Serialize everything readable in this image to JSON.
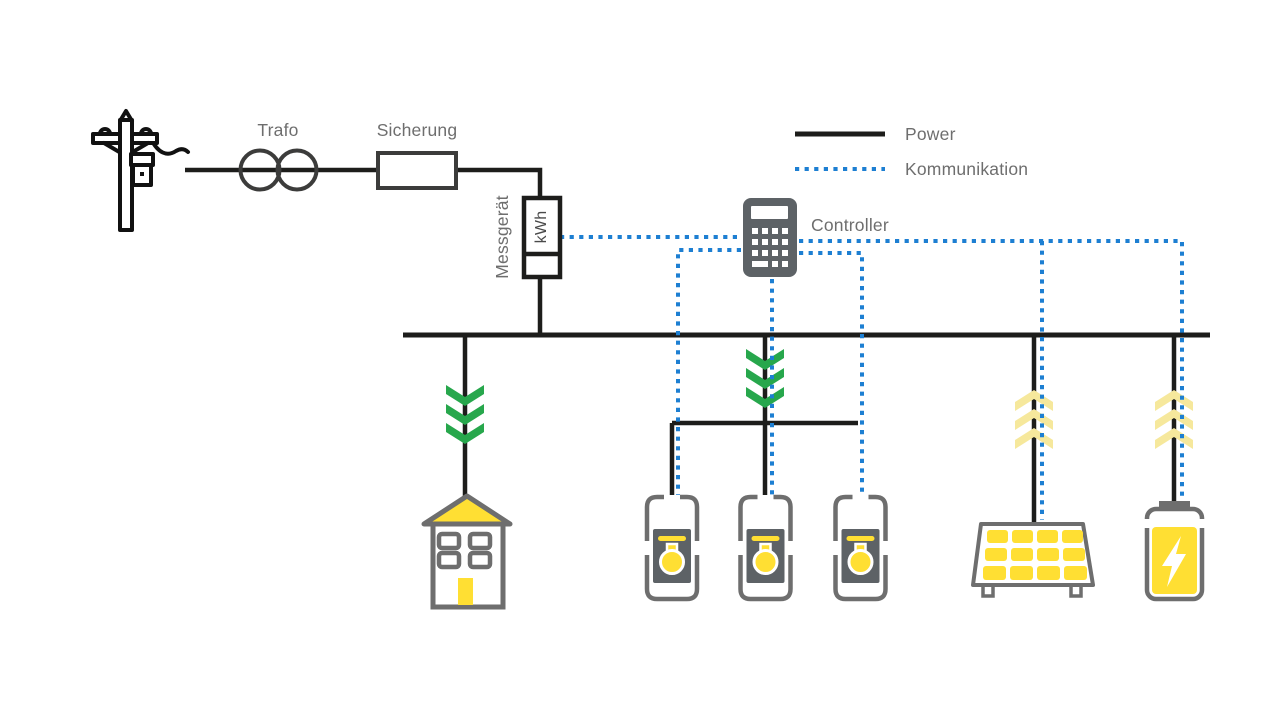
{
  "components": {
    "grid": {
      "icon": "utility-pole-icon"
    },
    "trafo": {
      "label": "Trafo",
      "icon": "transformer-icon"
    },
    "sicherung": {
      "label": "Sicherung",
      "icon": "fuse-icon"
    },
    "messgeraet": {
      "label": "Messgerät",
      "unit": "kWh",
      "icon": "energy-meter-icon"
    },
    "controller": {
      "label": "Controller",
      "icon": "controller-icon"
    },
    "house": {
      "icon": "house-icon"
    },
    "chargers": {
      "icon": "ev-charger-icon",
      "count": 3
    },
    "solar": {
      "icon": "solar-panel-icon"
    },
    "battery": {
      "icon": "battery-icon"
    }
  },
  "legend": {
    "power": "Power",
    "kommunikation": "Kommunikation"
  },
  "colors": {
    "power_line": "#1d1d1b",
    "communication_line": "#1d7fd2",
    "icon_outline": "#6e6e6e",
    "dark_outline": "#3c3c3b",
    "pole_black": "#111111",
    "controller_fill": "#5d6266",
    "label_text": "#6e6e6e",
    "accent_yellow": "#ffdf33",
    "consumption_green": "#27a74c",
    "generation_pale_yellow": "#f6e89c"
  }
}
